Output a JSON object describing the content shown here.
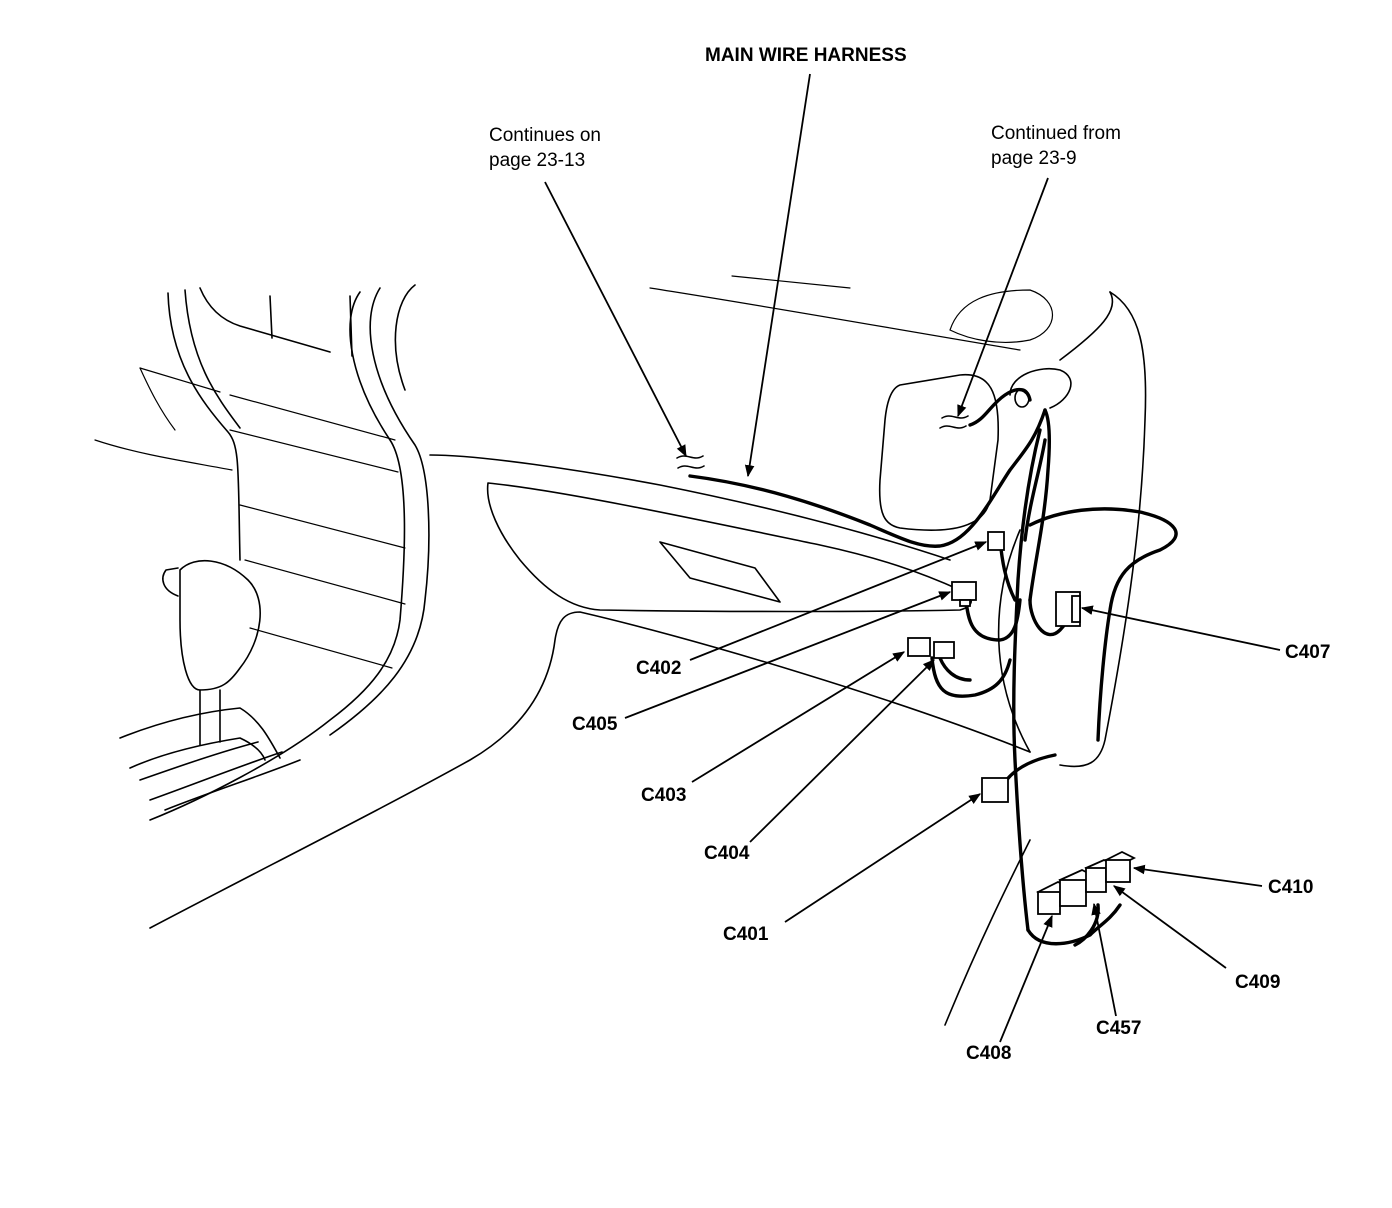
{
  "title": "MAIN WIRE HARNESS",
  "notes": {
    "continues_on_line1": "Continues on",
    "continues_on_line2": "page 23-13",
    "continued_from_line1": "Continued from",
    "continued_from_line2": "page 23-9"
  },
  "connectors": {
    "c401": "C401",
    "c402": "C402",
    "c403": "C403",
    "c404": "C404",
    "c405": "C405",
    "c407": "C407",
    "c408": "C408",
    "c409": "C409",
    "c410": "C410",
    "c457": "C457"
  }
}
